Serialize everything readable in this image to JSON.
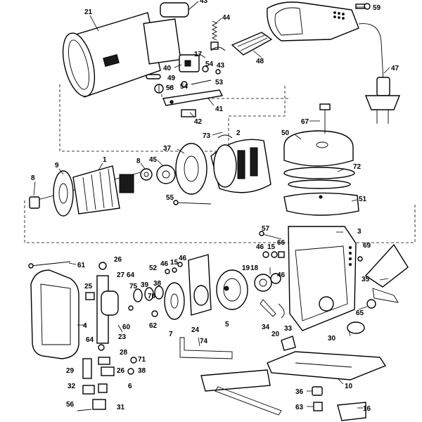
{
  "callouts": [
    {
      "id": "c21",
      "label": "21"
    },
    {
      "id": "c43top",
      "label": "43"
    },
    {
      "id": "c44",
      "label": "44"
    },
    {
      "id": "c59",
      "label": "59"
    },
    {
      "id": "c17",
      "label": "17"
    },
    {
      "id": "c40",
      "label": "40"
    },
    {
      "id": "c54a",
      "label": "54"
    },
    {
      "id": "c43",
      "label": "43"
    },
    {
      "id": "c49",
      "label": "49"
    },
    {
      "id": "c58",
      "label": "58"
    },
    {
      "id": "c54b",
      "label": "54"
    },
    {
      "id": "c53",
      "label": "53"
    },
    {
      "id": "c48",
      "label": "48"
    },
    {
      "id": "c47",
      "label": "47"
    },
    {
      "id": "c41",
      "label": "41"
    },
    {
      "id": "c42",
      "label": "42"
    },
    {
      "id": "c67",
      "label": "67"
    },
    {
      "id": "c73",
      "label": "73"
    },
    {
      "id": "c2",
      "label": "2"
    },
    {
      "id": "c50",
      "label": "50"
    },
    {
      "id": "c37",
      "label": "37"
    },
    {
      "id": "c9",
      "label": "9"
    },
    {
      "id": "c1",
      "label": "1"
    },
    {
      "id": "c45",
      "label": "45"
    },
    {
      "id": "c8a",
      "label": "8"
    },
    {
      "id": "c8b",
      "label": "8"
    },
    {
      "id": "c72",
      "label": "72"
    },
    {
      "id": "c55",
      "label": "55"
    },
    {
      "id": "c51",
      "label": "51"
    },
    {
      "id": "c57",
      "label": "57"
    },
    {
      "id": "c3",
      "label": "3"
    },
    {
      "id": "c46a",
      "label": "46"
    },
    {
      "id": "c15a",
      "label": "15"
    },
    {
      "id": "c66",
      "label": "66"
    },
    {
      "id": "c69",
      "label": "69"
    },
    {
      "id": "c26a",
      "label": "26"
    },
    {
      "id": "c61",
      "label": "61"
    },
    {
      "id": "c52",
      "label": "52"
    },
    {
      "id": "c46b",
      "label": "46"
    },
    {
      "id": "c15b",
      "label": "15"
    },
    {
      "id": "c46c",
      "label": "46"
    },
    {
      "id": "c19",
      "label": "19"
    },
    {
      "id": "c18",
      "label": "18"
    },
    {
      "id": "c46d",
      "label": "46"
    },
    {
      "id": "c35",
      "label": "35"
    },
    {
      "id": "c27",
      "label": "27"
    },
    {
      "id": "c64a",
      "label": "64"
    },
    {
      "id": "c75",
      "label": "75"
    },
    {
      "id": "c39",
      "label": "39"
    },
    {
      "id": "c38a",
      "label": "38"
    },
    {
      "id": "c25",
      "label": "25"
    },
    {
      "id": "c70",
      "label": "70"
    },
    {
      "id": "c60",
      "label": "60"
    },
    {
      "id": "c62",
      "label": "62"
    },
    {
      "id": "c4",
      "label": "4"
    },
    {
      "id": "c23",
      "label": "23"
    },
    {
      "id": "c7",
      "label": "7"
    },
    {
      "id": "c24",
      "label": "24"
    },
    {
      "id": "c5",
      "label": "5"
    },
    {
      "id": "c34",
      "label": "34"
    },
    {
      "id": "c33",
      "label": "33"
    },
    {
      "id": "c65",
      "label": "65"
    },
    {
      "id": "c20",
      "label": "20"
    },
    {
      "id": "c30",
      "label": "30"
    },
    {
      "id": "c64b",
      "label": "64"
    },
    {
      "id": "c74",
      "label": "74"
    },
    {
      "id": "c28",
      "label": "28"
    },
    {
      "id": "c71",
      "label": "71"
    },
    {
      "id": "c26b",
      "label": "26"
    },
    {
      "id": "c38b",
      "label": "38"
    },
    {
      "id": "c29",
      "label": "29"
    },
    {
      "id": "c6",
      "label": "6"
    },
    {
      "id": "c32",
      "label": "32"
    },
    {
      "id": "c10",
      "label": "10"
    },
    {
      "id": "c36",
      "label": "36"
    },
    {
      "id": "c56",
      "label": "56"
    },
    {
      "id": "c31",
      "label": "31"
    },
    {
      "id": "c63",
      "label": "63"
    },
    {
      "id": "c16",
      "label": "16"
    }
  ]
}
